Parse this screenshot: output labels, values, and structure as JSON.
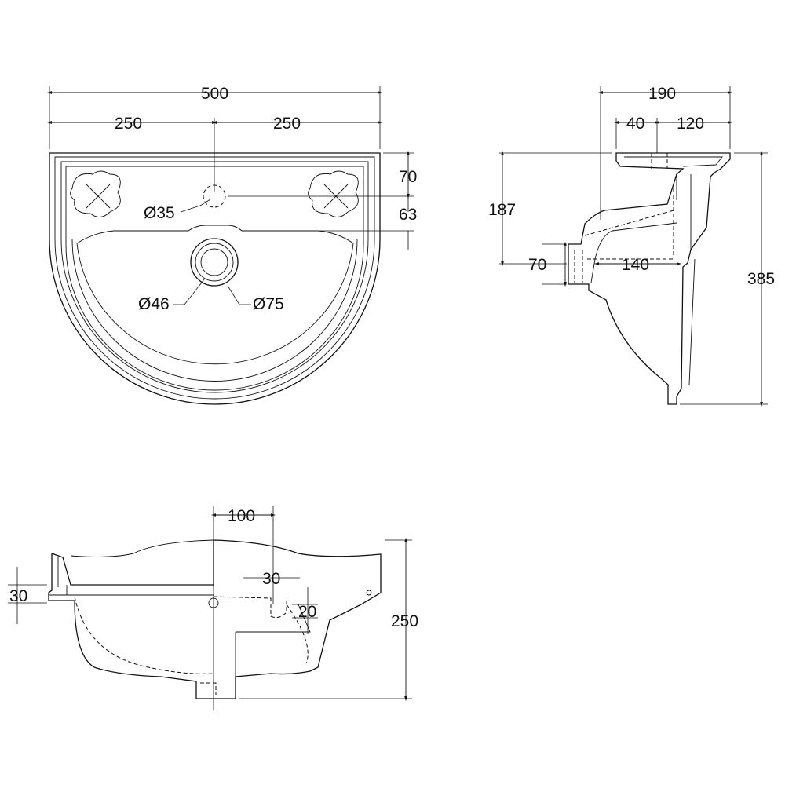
{
  "plan_view": {
    "overall_width": "500",
    "half_left": "250",
    "half_right": "250",
    "tap_offset": "70",
    "waste_offset": "63",
    "tap_hole": "Ø35",
    "waste_inner": "Ø46",
    "waste_outer": "Ø75"
  },
  "side_view": {
    "depth": "190",
    "tap_to_wall": "40",
    "tap_to_front": "120",
    "overflow_height": "187",
    "total_height": "385",
    "waste_height": "70",
    "waste_projection": "140"
  },
  "front_view": {
    "waste_offset": "100",
    "overflow_width": "30",
    "rim_height": "30",
    "overflow_height": "20",
    "bowl_height": "250"
  }
}
